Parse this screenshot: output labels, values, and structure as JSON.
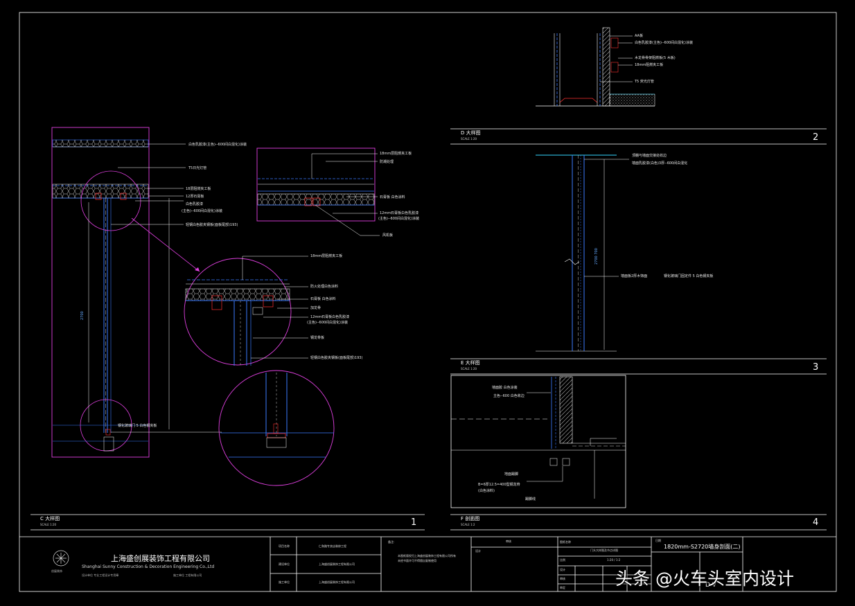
{
  "colors": {
    "background": "#000000",
    "frame": "#ffffff",
    "magenta": "#e040e0",
    "blue": "#3b7bff",
    "cyan": "#33d6ff",
    "yellow": "#f0e040",
    "red": "#ff3030",
    "green": "#40ff60"
  },
  "views": {
    "c": {
      "title": "C 大样图",
      "scale": "SCALE 1:20",
      "number": "1"
    },
    "d": {
      "title": "D 大样图",
      "scale": "SCALE 1:20",
      "number": "2"
    },
    "e": {
      "title": "E 大样图",
      "scale": "SCALE 1:20",
      "number": "3"
    },
    "f": {
      "title": "F 剖面图",
      "scale": "SCALE 1:2",
      "number": "4"
    }
  },
  "labels": {
    "c_main_1": "白色乳胶漆(主色)--600间白混化)涂装",
    "c_main_2": "T5日光灯管",
    "c_main_3": "18层阻燃夹工板",
    "c_main_4": "12厚石膏板",
    "c_main_5": "白色乳胶漆",
    "c_main_6": "(主色)--600间白混化)涂装",
    "c_main_7": "轻钢白色胶夹钢板(面板尾部)193)",
    "c_main_8": "钢化玻璃门 5 白色钢夹板",
    "c_main_dim": "2700",
    "c_top_1": "18mm层阻燃夹工板",
    "c_top_2": "防潮处理",
    "c_top_3": "石膏板 白色涂料",
    "c_top_4": "12mm石膏板白色乳胶漆",
    "c_top_5": "(主色)--600间白混化)涂装",
    "c_top_6": "风机板",
    "c_det_1": "18mm层阻燃夹工板",
    "c_det_2": "防火处理白色涂料",
    "c_det_3": "石膏板 白色涂料",
    "c_det_4": "加龙骨",
    "c_det_5": "12mm石膏板白色乳胶漆",
    "c_det_6": "(主色)--600间白混化)涂装",
    "c_det_7": "钢龙骨板",
    "c_det_8": "轻钢白色胶夹钢板(面板尾部)193)",
    "d_1": "AA板",
    "d_2": "白色乳胶漆(主色)--600间白混化)涂装",
    "d_3": "木龙骨骨架阻燃板(5 木板)",
    "d_4": "18mm阻燃夹工板",
    "d_5": "T5 荧光灯管",
    "e_1": "顶棚与墙面交接处收边",
    "e_2": "墙面乳胶漆(白色)3厚--600间白混化",
    "e_3": "墙面板2厚木饰面",
    "e_4": "钢化玻璃门固定件 5 白色钢夹板",
    "e_dim": "2700 700",
    "f_1": "墙面胶 白色涂装",
    "f_2": "主色--600 白色收边",
    "f_3": "地面踢脚",
    "f_4": "B=6厚12.5=400型钢龙骨",
    "f_5": "(白色涂料)",
    "f_6": "踢脚线"
  },
  "company": {
    "name_cn": "上海盛创展装饰工程有限公司",
    "name_en": "Shanghai Sunny Construction & Decoration Engineering Co.,Ltd",
    "logo_caption": "创展装饰",
    "small_1": "设计单位 专业工程设计专用章",
    "small_2": "施工单位 工程有限公司"
  },
  "titleblock": {
    "r1c1": "项目名称",
    "r1c2": "仁和路专卖店装修工程",
    "r2c1": "建设单位",
    "r2c2": "上海盛创展装饰工程有限公司",
    "r3c1": "施工单位",
    "r3c2": "上海盛创展装饰工程有限公司",
    "remarks": "备注:",
    "note_1": "本图纸版权归上海盛创展装饰工程有限公司所有",
    "note_2": "未经书面许可不得擅自复制使用",
    "col_a1": "审核",
    "col_a2": "设计",
    "drawing_name_label": "图纸名称",
    "drawing_name": "门头大样图及节点详图",
    "scale_label": "比例",
    "scale_value": "1:20 / 1:2",
    "design_label": "设计",
    "check_label": "审核",
    "approve_label": "审定",
    "title_main": "1820mm-S2720墙身剖面(二)",
    "drawing_no": "D-V",
    "date_label": "日期"
  },
  "watermark": "头条 @火车头室内设计"
}
